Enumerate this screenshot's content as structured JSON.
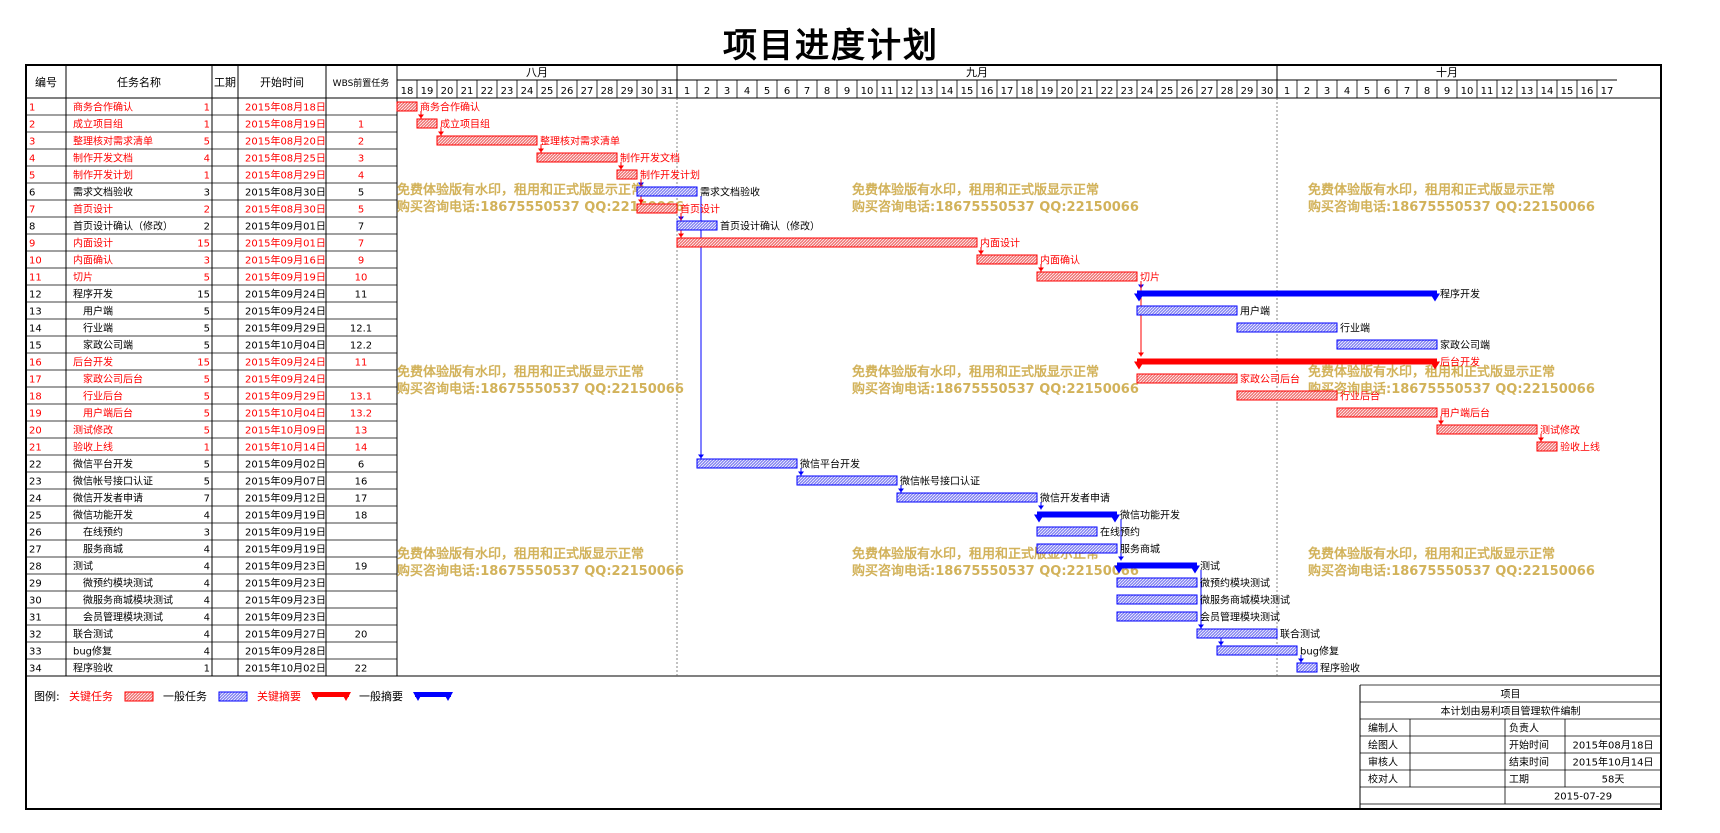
{
  "title": "项目进度计划",
  "table_headers": [
    "编号",
    "任务名称",
    "工期",
    "开始时间",
    "WBS前置任务"
  ],
  "months": [
    {
      "label": "八月",
      "days": [
        18,
        19,
        20,
        21,
        22,
        23,
        24,
        25,
        26,
        27,
        28,
        29,
        30,
        31
      ]
    },
    {
      "label": "九月",
      "days": [
        1,
        2,
        3,
        4,
        5,
        6,
        7,
        8,
        9,
        10,
        11,
        12,
        13,
        14,
        15,
        16,
        17,
        18,
        19,
        20,
        21,
        22,
        23,
        24,
        25,
        26,
        27,
        28,
        29,
        30
      ]
    },
    {
      "label": "十月",
      "days": [
        1,
        2,
        3,
        4,
        5,
        6,
        7,
        8,
        9,
        10,
        11,
        12,
        13,
        14,
        15,
        16,
        17
      ]
    }
  ],
  "watermark": [
    "免费体验版有水印，租用和正式版显示正常",
    "购买咨询电话:18675550537 QQ:22150066"
  ],
  "legend": {
    "label": "图例:",
    "items": [
      {
        "label": "关键任务",
        "kind": "critical"
      },
      {
        "label": "一般任务",
        "kind": "normal"
      },
      {
        "label": "关键摘要",
        "kind": "critical-summary"
      },
      {
        "label": "一般摘要",
        "kind": "normal-summary"
      }
    ]
  },
  "info_box": {
    "header": "项目",
    "note": "本计划由易利项目管理软件编制",
    "rows": [
      [
        "编制人",
        "",
        "负责人",
        ""
      ],
      [
        "绘图人",
        "",
        "开始时间",
        "2015年08月18日"
      ],
      [
        "审核人",
        "",
        "结束时间",
        "2015年10月14日"
      ],
      [
        "校对人",
        "",
        "工期",
        "58天"
      ]
    ],
    "date": "2015-07-29"
  },
  "colors": {
    "critical": "#ff0000",
    "critical_fill": "#f07070",
    "normal": "#0000ff",
    "normal_fill": "#8080f0",
    "watermark": "#d2b25a"
  },
  "chart_data": {
    "type": "gantt",
    "x_range": [
      "2015-08-18",
      "2015-10-17"
    ],
    "tasks": [
      {
        "id": "1",
        "name": "商务合作确认",
        "duration": 1,
        "start": "2015年08月18日",
        "pred": "",
        "critical": true,
        "level": 0,
        "summary": false
      },
      {
        "id": "2",
        "name": "成立项目组",
        "duration": 1,
        "start": "2015年08月19日",
        "pred": "1",
        "critical": true,
        "level": 0,
        "summary": false
      },
      {
        "id": "3",
        "name": "整理核对需求清单",
        "duration": 5,
        "start": "2015年08月20日",
        "pred": "2",
        "critical": true,
        "level": 0,
        "summary": false
      },
      {
        "id": "4",
        "name": "制作开发文档",
        "duration": 4,
        "start": "2015年08月25日",
        "pred": "3",
        "critical": true,
        "level": 0,
        "summary": false
      },
      {
        "id": "5",
        "name": "制作开发计划",
        "duration": 1,
        "start": "2015年08月29日",
        "pred": "4",
        "critical": true,
        "level": 0,
        "summary": false
      },
      {
        "id": "6",
        "name": "需求文档验收",
        "duration": 3,
        "start": "2015年08月30日",
        "pred": "5",
        "critical": false,
        "level": 0,
        "summary": false
      },
      {
        "id": "7",
        "name": "首页设计",
        "duration": 2,
        "start": "2015年08月30日",
        "pred": "5",
        "critical": true,
        "level": 0,
        "summary": false
      },
      {
        "id": "8",
        "name": "首页设计确认（修改）",
        "duration": 2,
        "start": "2015年09月01日",
        "pred": "7",
        "critical": false,
        "level": 0,
        "summary": false
      },
      {
        "id": "9",
        "name": "内面设计",
        "duration": 15,
        "start": "2015年09月01日",
        "pred": "7",
        "critical": true,
        "level": 0,
        "summary": false
      },
      {
        "id": "10",
        "name": "内面确认",
        "duration": 3,
        "start": "2015年09月16日",
        "pred": "9",
        "critical": true,
        "level": 0,
        "summary": false
      },
      {
        "id": "11",
        "name": "切片",
        "duration": 5,
        "start": "2015年09月19日",
        "pred": "10",
        "critical": true,
        "level": 0,
        "summary": false
      },
      {
        "id": "12",
        "name": "程序开发",
        "duration": 15,
        "start": "2015年09月24日",
        "pred": "11",
        "critical": false,
        "level": 0,
        "summary": true
      },
      {
        "id": "13",
        "name": "用户端",
        "duration": 5,
        "start": "2015年09月24日",
        "pred": "",
        "critical": false,
        "level": 1,
        "summary": false
      },
      {
        "id": "14",
        "name": "行业端",
        "duration": 5,
        "start": "2015年09月29日",
        "pred": "12.1",
        "critical": false,
        "level": 1,
        "summary": false
      },
      {
        "id": "15",
        "name": "家政公司端",
        "duration": 5,
        "start": "2015年10月04日",
        "pred": "12.2",
        "critical": false,
        "level": 1,
        "summary": false
      },
      {
        "id": "16",
        "name": "后台开发",
        "duration": 15,
        "start": "2015年09月24日",
        "pred": "11",
        "critical": true,
        "level": 0,
        "summary": true
      },
      {
        "id": "17",
        "name": "家政公司后台",
        "duration": 5,
        "start": "2015年09月24日",
        "pred": "",
        "critical": true,
        "level": 1,
        "summary": false
      },
      {
        "id": "18",
        "name": "行业后台",
        "duration": 5,
        "start": "2015年09月29日",
        "pred": "13.1",
        "critical": true,
        "level": 1,
        "summary": false
      },
      {
        "id": "19",
        "name": "用户端后台",
        "duration": 5,
        "start": "2015年10月04日",
        "pred": "13.2",
        "critical": true,
        "level": 1,
        "summary": false
      },
      {
        "id": "20",
        "name": "测试修改",
        "duration": 5,
        "start": "2015年10月09日",
        "pred": "13",
        "critical": true,
        "level": 0,
        "summary": false
      },
      {
        "id": "21",
        "name": "验收上线",
        "duration": 1,
        "start": "2015年10月14日",
        "pred": "14",
        "critical": true,
        "level": 0,
        "summary": false
      },
      {
        "id": "22",
        "name": "微信平台开发",
        "duration": 5,
        "start": "2015年09月02日",
        "pred": "6",
        "critical": false,
        "level": 0,
        "summary": false
      },
      {
        "id": "23",
        "name": "微信帐号接口认证",
        "duration": 5,
        "start": "2015年09月07日",
        "pred": "16",
        "critical": false,
        "level": 0,
        "summary": false
      },
      {
        "id": "24",
        "name": "微信开发者申请",
        "duration": 7,
        "start": "2015年09月12日",
        "pred": "17",
        "critical": false,
        "level": 0,
        "summary": false
      },
      {
        "id": "25",
        "name": "微信功能开发",
        "duration": 4,
        "start": "2015年09月19日",
        "pred": "18",
        "critical": false,
        "level": 0,
        "summary": true
      },
      {
        "id": "26",
        "name": "在线预约",
        "duration": 3,
        "start": "2015年09月19日",
        "pred": "",
        "critical": false,
        "level": 1,
        "summary": false
      },
      {
        "id": "27",
        "name": "服务商城",
        "duration": 4,
        "start": "2015年09月19日",
        "pred": "",
        "critical": false,
        "level": 1,
        "summary": false
      },
      {
        "id": "28",
        "name": "测试",
        "duration": 4,
        "start": "2015年09月23日",
        "pred": "19",
        "critical": false,
        "level": 0,
        "summary": true
      },
      {
        "id": "29",
        "name": "微预约模块测试",
        "duration": 4,
        "start": "2015年09月23日",
        "pred": "",
        "critical": false,
        "level": 1,
        "summary": false
      },
      {
        "id": "30",
        "name": "微服务商城模块测试",
        "duration": 4,
        "start": "2015年09月23日",
        "pred": "",
        "critical": false,
        "level": 1,
        "summary": false
      },
      {
        "id": "31",
        "name": "会员管理模块测试",
        "duration": 4,
        "start": "2015年09月23日",
        "pred": "",
        "critical": false,
        "level": 1,
        "summary": false
      },
      {
        "id": "32",
        "name": "联合测试",
        "duration": 4,
        "start": "2015年09月27日",
        "pred": "20",
        "critical": false,
        "level": 0,
        "summary": false
      },
      {
        "id": "33",
        "name": "bug修复",
        "duration": 4,
        "start": "2015年09月28日",
        "pred": "",
        "critical": false,
        "level": 0,
        "summary": false
      },
      {
        "id": "34",
        "name": "程序验收",
        "duration": 1,
        "start": "2015年10月02日",
        "pred": "22",
        "critical": false,
        "level": 0,
        "summary": false
      }
    ]
  }
}
